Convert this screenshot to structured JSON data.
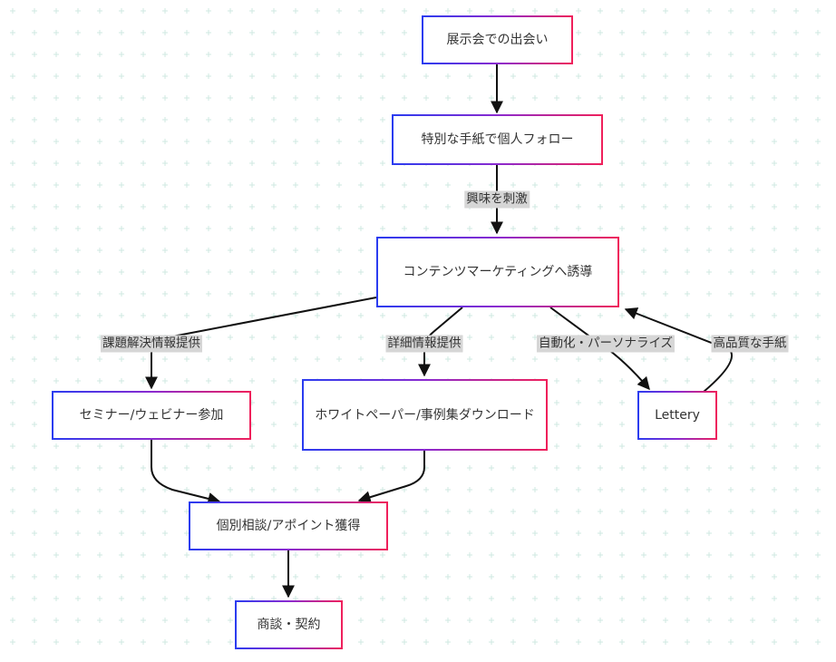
{
  "nodes": {
    "expo": "展示会での出会い",
    "letter": "特別な手紙で個人フォロー",
    "content": "コンテンツマーケティングへ誘導",
    "seminar": "セミナー/ウェビナー参加",
    "whitepaper": "ホワイトペーパー/事例集ダウンロード",
    "lettery": "Lettery",
    "consult": "個別相談/アポイント獲得",
    "deal": "商談・契約"
  },
  "edge_labels": {
    "interest": "興味を刺激",
    "problem_info": "課題解決情報提供",
    "detail_info": "詳細情報提供",
    "automation": "自動化・パーソナライズ",
    "quality_letter": "高品質な手紙"
  },
  "colors": {
    "border_start": "#2a3cf0",
    "border_end": "#f0205a",
    "edge": "#111111",
    "label_bg": "#d6d6d6",
    "grid": "#cfe8e2"
  }
}
